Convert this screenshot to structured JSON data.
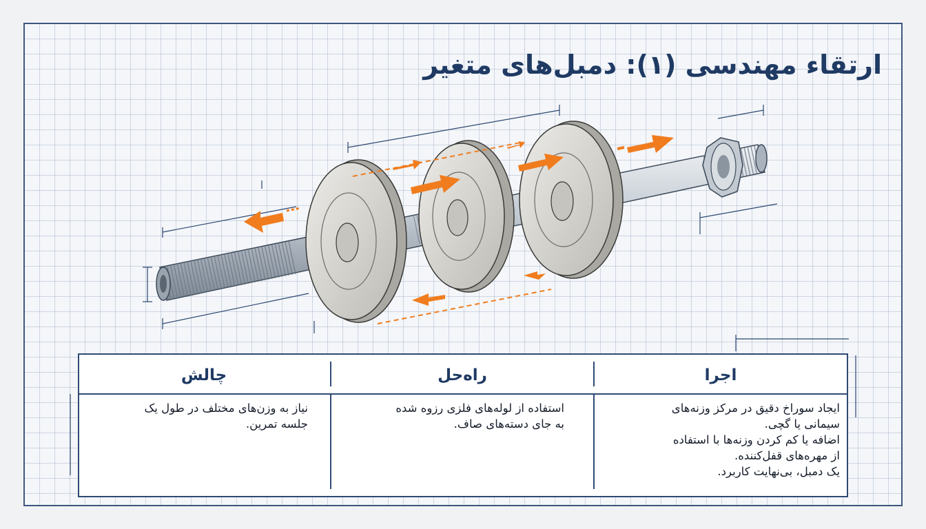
{
  "title": "ارتقاء مهندسی (۱): دمبل‌های متغیر",
  "table": {
    "headers": {
      "challenge": "چالش",
      "solution": "راه‌حل",
      "execution": "اجرا"
    },
    "challenge_lines": [
      "نیاز به وزن‌های مختلف در طول یک",
      "جلسه تمرین."
    ],
    "solution_lines": [
      "استفاده از لوله‌های فلزی رزوه شده",
      "به جای دسته‌های صاف."
    ],
    "execution_lines": [
      "ایجاد سوراخ دقیق در مرکز وزنه‌های",
      "سیمانی یا گچی.",
      "اضافه یا کم کردن وزنه‌ها با استفاده",
      "از مهره‌های قفل‌کننده.",
      "یک دمبل، بی‌نهایت کاربرد."
    ]
  },
  "colors": {
    "ink": "#1f3a63",
    "arrow": "#f07c1e",
    "steel": "#b9c2cc",
    "concrete": "#d8d7d2"
  }
}
